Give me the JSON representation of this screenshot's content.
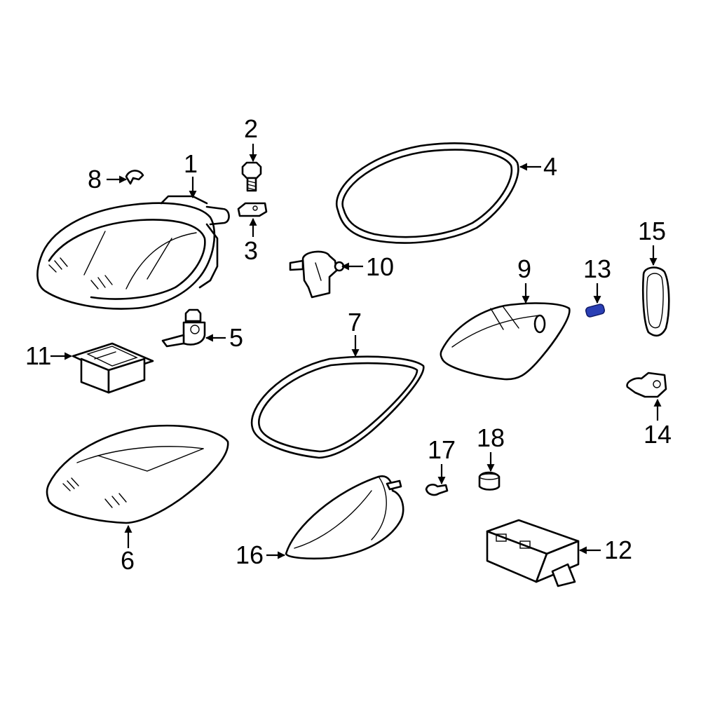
{
  "diagram": {
    "callouts": [
      "1",
      "2",
      "3",
      "4",
      "5",
      "6",
      "7",
      "8",
      "9",
      "10",
      "11",
      "12",
      "13",
      "14",
      "15",
      "16",
      "17",
      "18"
    ],
    "highlight_color": "#2a3fb5",
    "highlighted_part": "13",
    "line_color": "#000000",
    "background": "#ffffff"
  }
}
